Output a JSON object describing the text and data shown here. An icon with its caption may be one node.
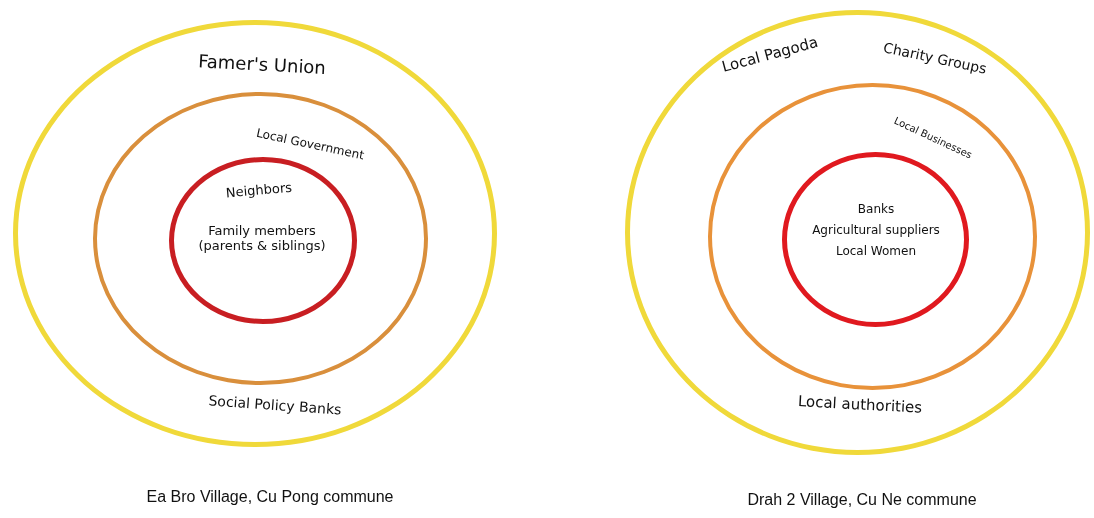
{
  "diagram": {
    "nodes": [
      {
        "text": [
          "Famer's Union",
          "Social Policy Banks"
        ]
      },
      {
        "text": [
          "Local Government"
        ],
        "in": 0
      },
      {
        "text": [
          "Neighbors",
          "Family members (parents & siblings)"
        ],
        "in": 1
      },
      {
        "text": [
          "Local Pagoda",
          "Charity Groups",
          "Local authorities"
        ]
      },
      {
        "text": [
          "Local Businesses"
        ],
        "in": 3
      },
      {
        "text": [
          "Banks",
          "Agricultural suppliers",
          "Local Women"
        ],
        "in": 4
      }
    ],
    "edges": [],
    "labels": [
      "Ea Bro Village, Cu Pong commune",
      "Drah 2 Village, Cu Ne commune"
    ]
  }
}
